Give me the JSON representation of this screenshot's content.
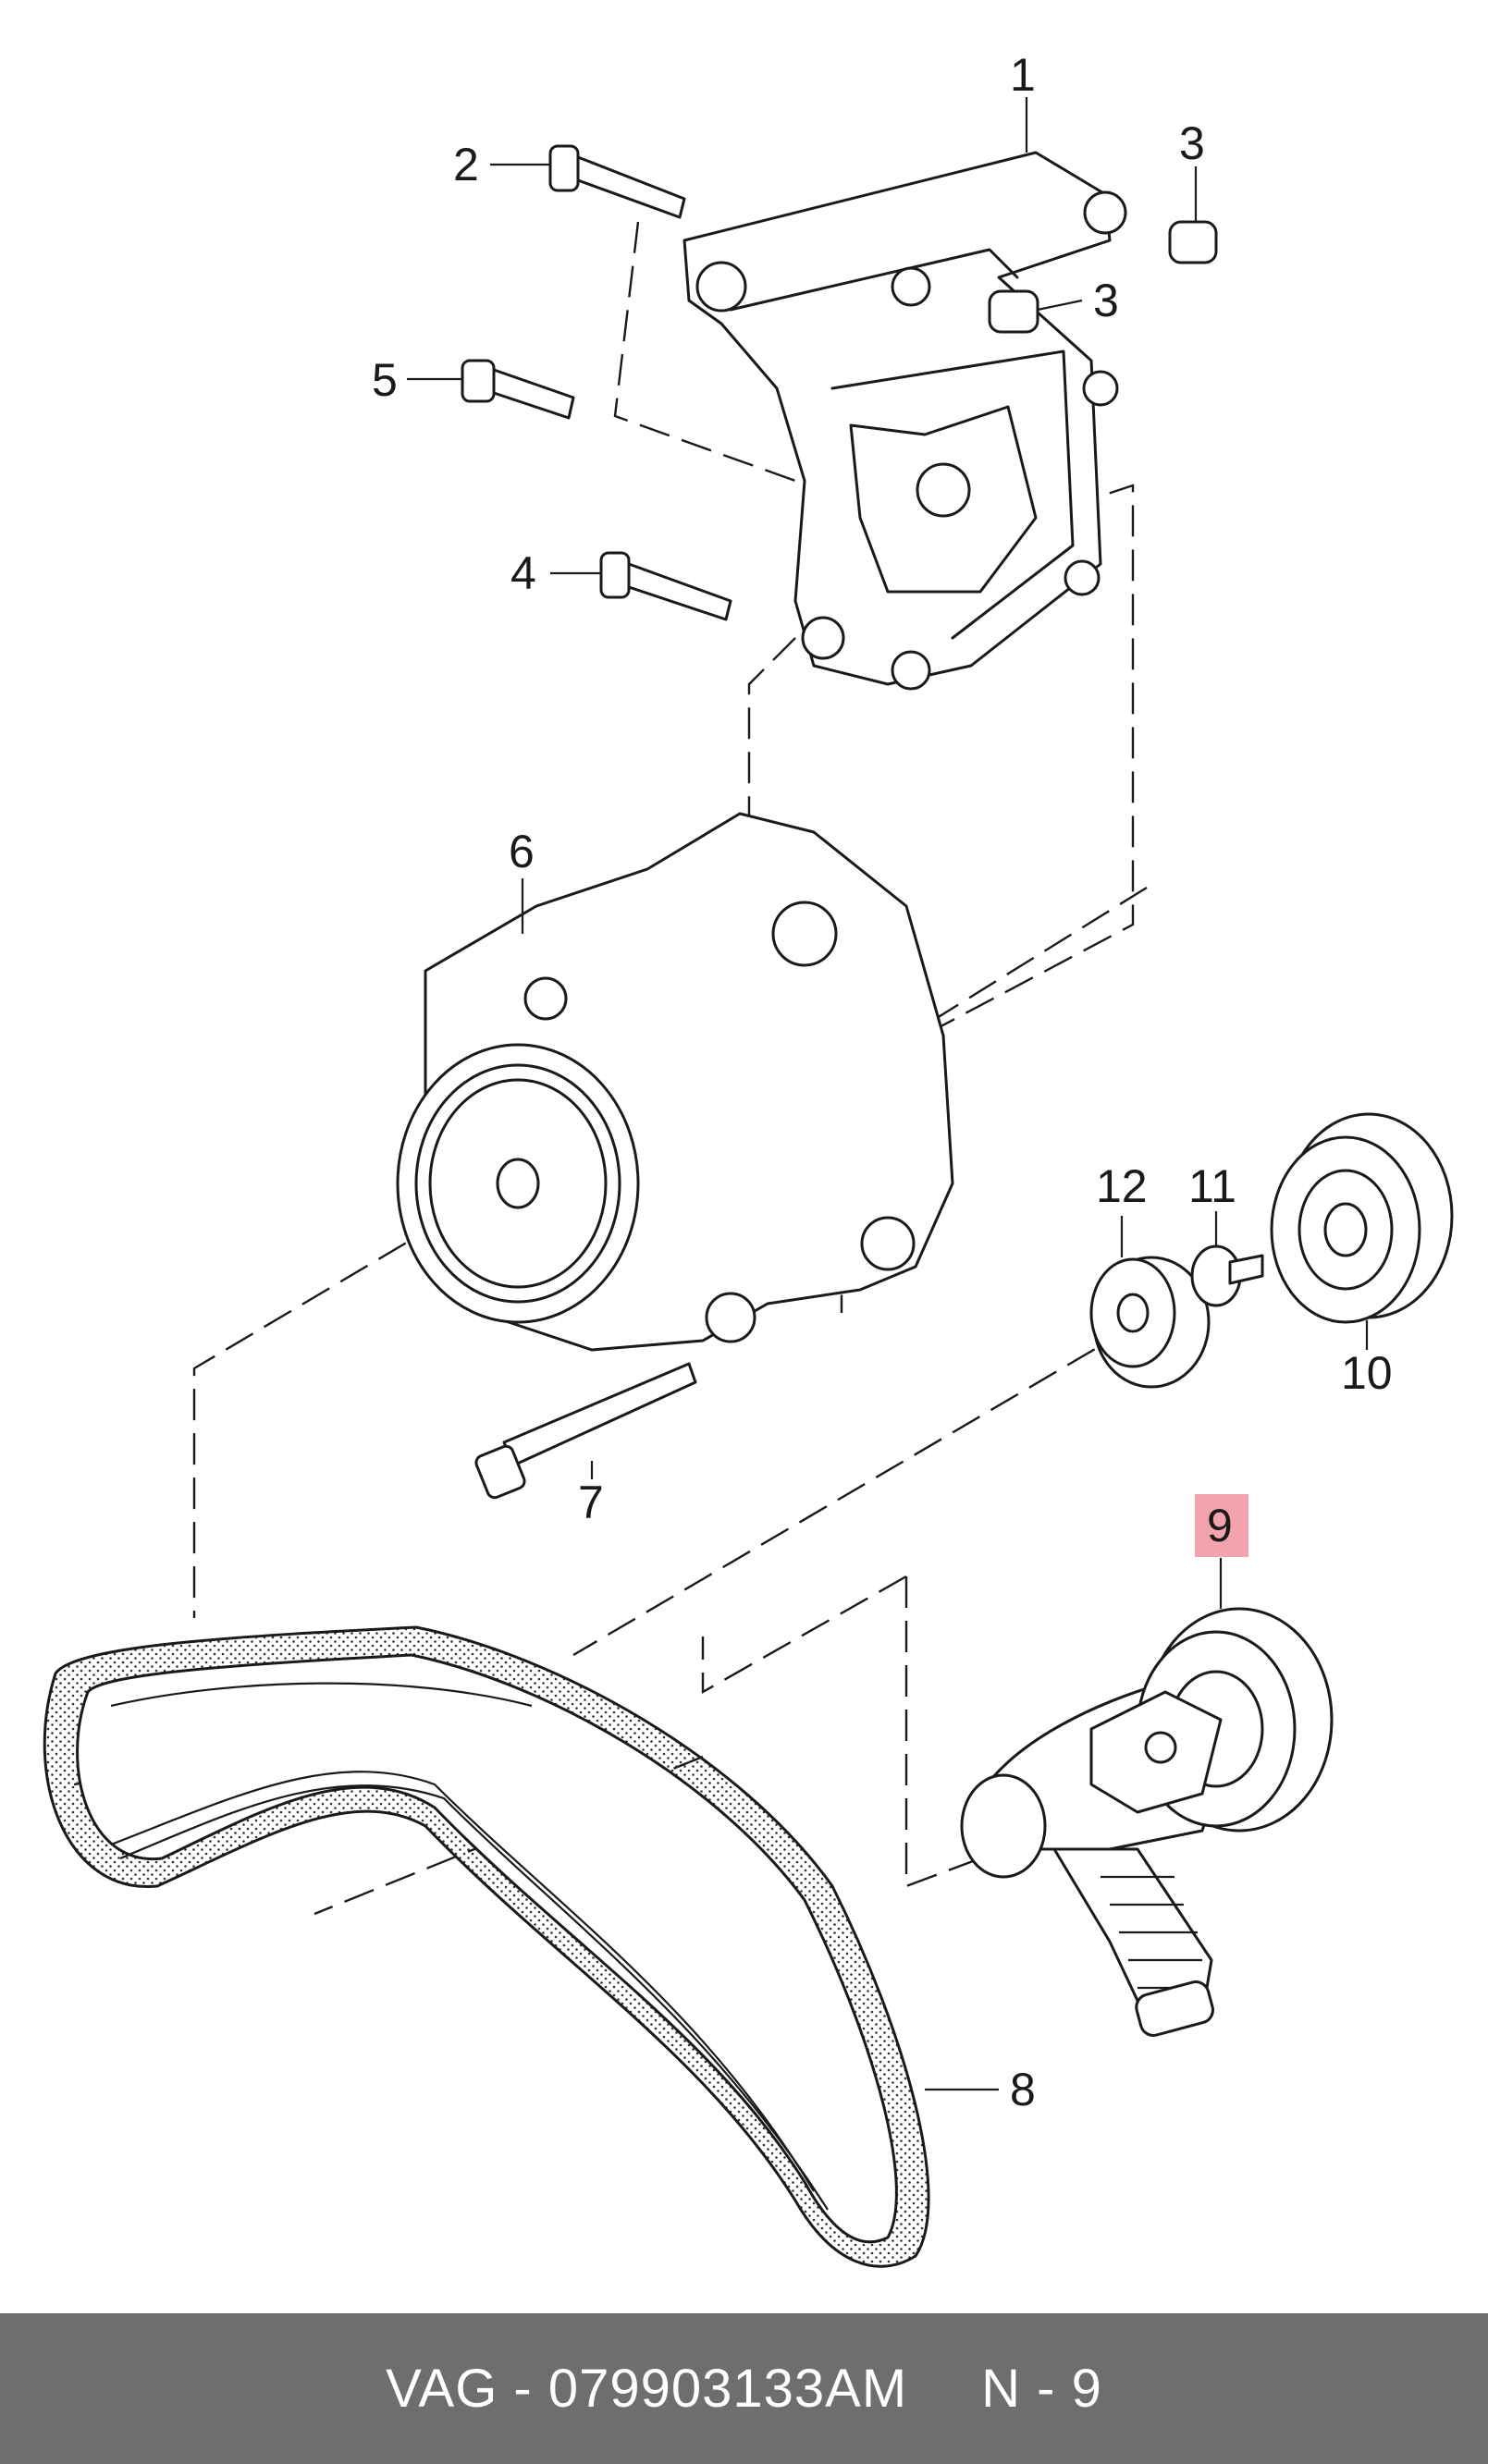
{
  "callouts": [
    "1",
    "2",
    "3",
    "3",
    "4",
    "5",
    "6",
    "7",
    "8",
    "9",
    "10",
    "11",
    "12"
  ],
  "highlight": {
    "callout": "9",
    "color": "#f3a3ad"
  },
  "footer": {
    "part_number": "VAG - 079903133AM",
    "position": "N - 9",
    "background": "#6e6e6e"
  }
}
